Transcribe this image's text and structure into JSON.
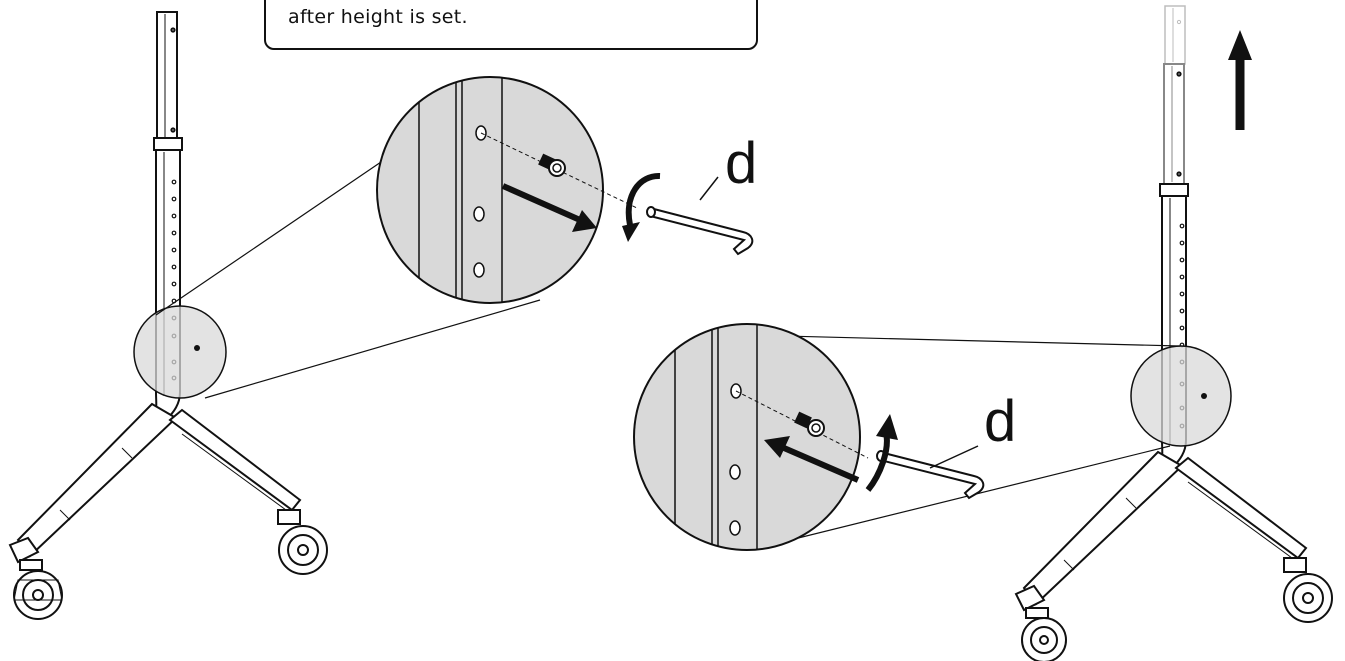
{
  "note": {
    "text": "after height is set.",
    "top_hidden_text": "..."
  },
  "callouts": {
    "left_label": "d",
    "right_label": "d"
  },
  "colors": {
    "stroke": "#111111",
    "zoom_fill": "#d9d9d9",
    "faded_stroke": "#bdbdbd"
  },
  "icons": [
    "hex-key-icon",
    "rotation-arrow-icon",
    "direction-arrow-icon",
    "bolt-icon",
    "caster-wheel-icon"
  ]
}
